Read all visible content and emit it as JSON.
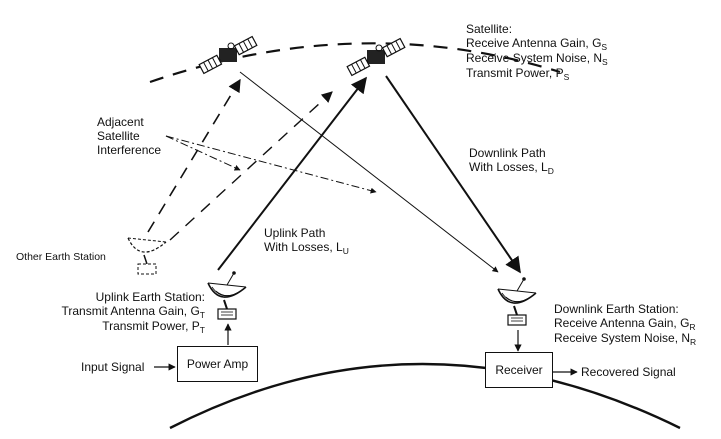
{
  "labels": {
    "satellite": {
      "title": "Satellite:",
      "gain": "Receive Antenna Gain, G",
      "gain_sub": "S",
      "noise": "Receive System Noise, N",
      "noise_sub": "S",
      "power": "Transmit Power, P",
      "power_sub": "S"
    },
    "adjacent": [
      "Adjacent",
      "Satellite",
      "Interference"
    ],
    "downlink_path": {
      "line1": "Downlink Path",
      "line2": "With Losses, L",
      "sub": "D"
    },
    "uplink_path": {
      "line1": "Uplink Path",
      "line2": "With Losses, L",
      "sub": "U"
    },
    "other_earth_station": "Other Earth Station",
    "uplink_station": {
      "title": "Uplink Earth Station:",
      "gain": "Transmit Antenna Gain, G",
      "gain_sub": "T",
      "power": "Transmit Power, P",
      "power_sub": "T"
    },
    "downlink_station": {
      "title": "Downlink Earth Station:",
      "gain": "Receive Antenna Gain, G",
      "gain_sub": "R",
      "noise": "Receive System Noise, N",
      "noise_sub": "R"
    },
    "input_signal": "Input Signal",
    "power_amp": "Power Amp",
    "receiver": "Receiver",
    "recovered_signal": "Recovered Signal"
  },
  "icons": [
    "satellite-icon",
    "dish-antenna-icon"
  ]
}
